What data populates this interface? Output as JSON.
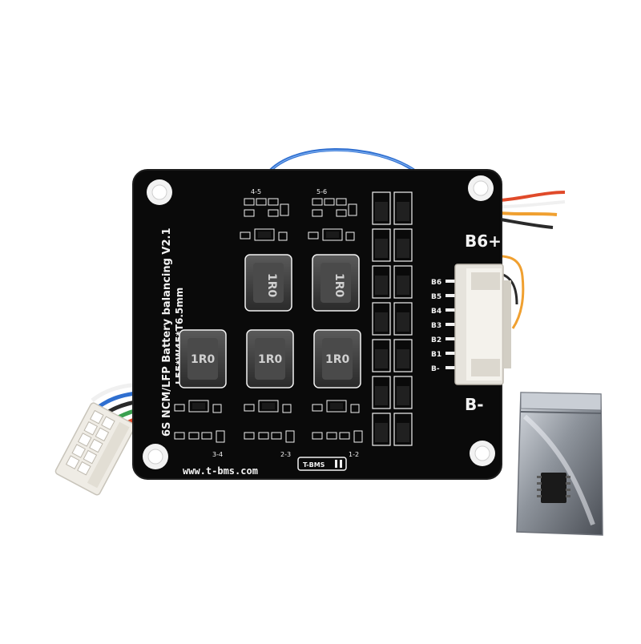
{
  "board": {
    "title_line": "6S NCM/LFP Battery balancing V2.1",
    "size_line": "L55*W45*T6.5mm",
    "website": "www.t-bms.com",
    "logo_text": "T-BMS",
    "terminal_top": "B6+",
    "terminal_bottom": "B-",
    "pin_labels": [
      "B6",
      "B5",
      "B4",
      "B3",
      "B2",
      "B1",
      "B-"
    ],
    "channel_labels": [
      "4-5",
      "5-6",
      "3-4",
      "2-3",
      "1-2"
    ],
    "inductor_marking": "1R0"
  },
  "colors": {
    "pcb": "#0a0a0a",
    "silkscreen": "#f2f2f2",
    "connector": "#e6e3dc",
    "wire_blue": "#2f6fd0",
    "wire_red": "#e04a2a",
    "wire_white": "#f0f0f0",
    "wire_orange": "#f0a030",
    "inductor_body": "#3a3a3a",
    "bag": "#9aa0a8"
  },
  "icons": {
    "mounting_hole": "mounting-hole-icon",
    "inductor": "inductor-icon",
    "logo": "t-bms-logo-icon"
  }
}
